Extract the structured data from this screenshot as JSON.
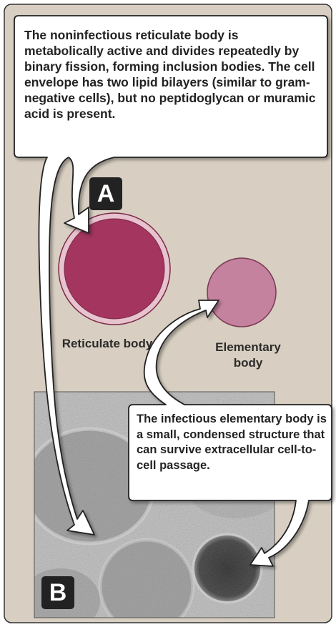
{
  "colors": {
    "panel_background": "#d8cfc2",
    "reticulate_body": "#a3355f",
    "reticulate_rim": "#e7c2cf",
    "elementary_body": "#c4829e",
    "callout_fill": "#ffffff",
    "badge": "#222222"
  },
  "panels": {
    "a": {
      "badge": "A"
    },
    "b": {
      "badge": "B"
    }
  },
  "callouts": {
    "top": "The noninfectious reticulate body is metabolically active and divides repeatedly by binary fission, forming inclusion bodies. The cell envelope has two lipid bilayers (similar to gram-negative cells), but no peptidoglycan or muramic acid is present.",
    "bottom": "The infectious elementary body is a small, condensed structure that can survive extracellular cell-to-cell passage."
  },
  "labels": {
    "reticulate": "Reticulate body",
    "elementary": "Elementary body"
  }
}
